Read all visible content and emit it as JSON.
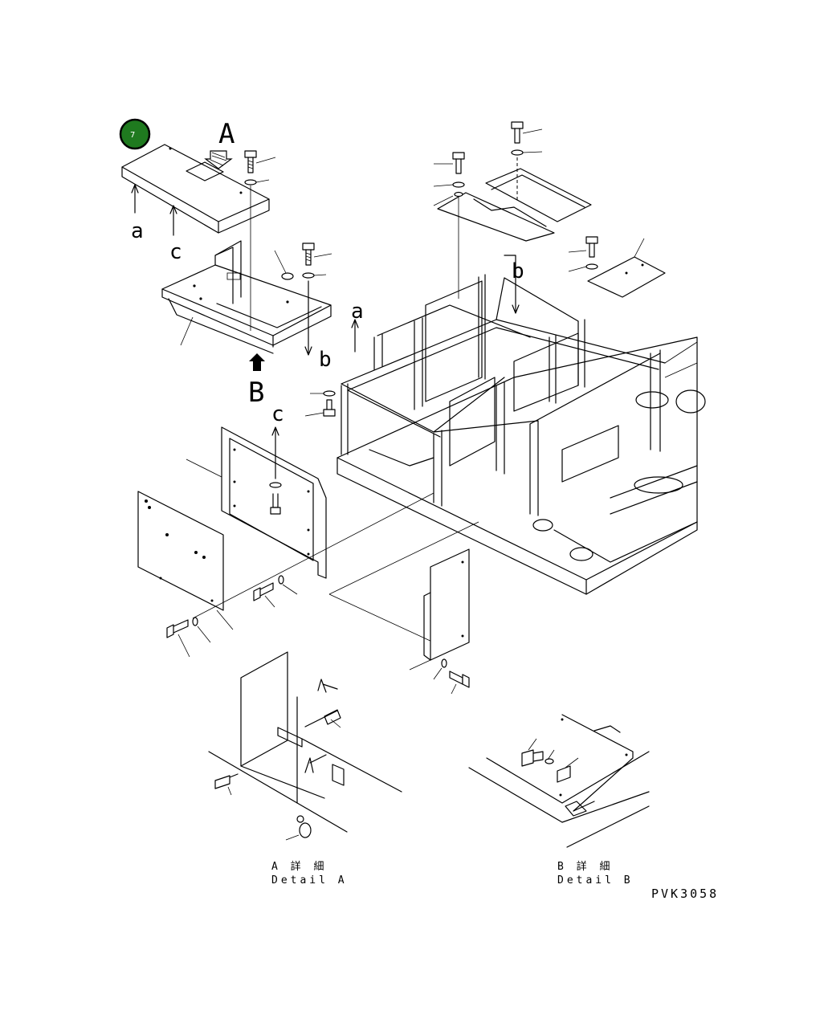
{
  "badge": {
    "number": "7",
    "color": "#1f7a1f"
  },
  "labels": {
    "view_a": "A",
    "view_b": "B",
    "ref_a1": "a",
    "ref_a2": "a",
    "ref_b1": "b",
    "ref_b2": "b",
    "ref_c1": "c",
    "ref_c2": "c"
  },
  "details": {
    "a_jp": "A 詳 細",
    "a_en": "Detail A",
    "b_jp": "B 詳 細",
    "b_en": "Detail B"
  },
  "drawing_code": "PVK3058"
}
